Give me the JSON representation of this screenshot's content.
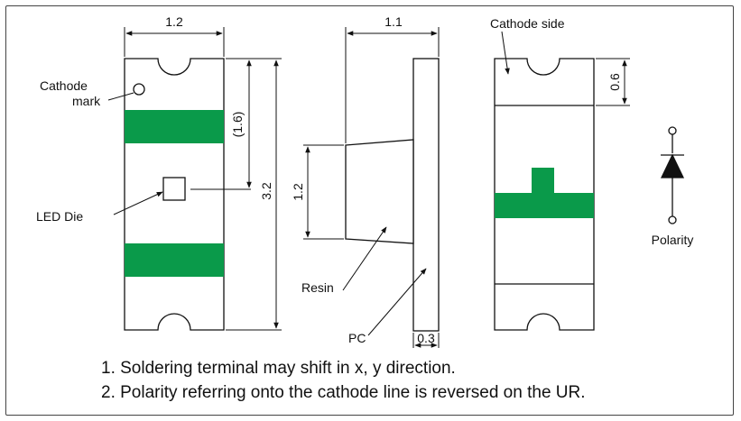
{
  "dimensions": {
    "width_top": "1.2",
    "width_side": "1.1",
    "height_total": "3.2",
    "height_partial": "(1.6)",
    "resin_height": "1.2",
    "pc_thickness": "0.3",
    "cathode_side_height": "0.6"
  },
  "labels": {
    "cathode_mark": [
      "Cathode",
      "mark"
    ],
    "led_die": "LED Die",
    "cathode_side": "Cathode side",
    "resin": "Resin",
    "pc": "PC",
    "polarity": "Polarity"
  },
  "notes": [
    "1. Soldering terminal may shift in x, y direction.",
    "2. Polarity referring onto the cathode line is reversed on the UR."
  ],
  "colors": {
    "terminal_green": "#0a9a4a",
    "line": "#111111"
  }
}
